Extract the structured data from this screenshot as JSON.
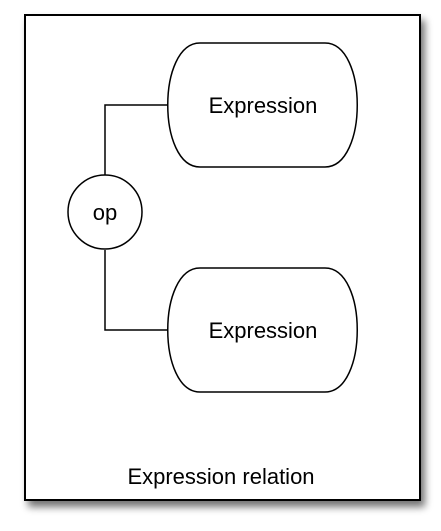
{
  "diagram": {
    "caption": "Expression relation",
    "operator": {
      "label": "op"
    },
    "nodes": [
      {
        "label": "Expression"
      },
      {
        "label": "Expression"
      }
    ],
    "colors": {
      "stroke": "#000000",
      "fill": "#ffffff",
      "background": "#ffffff",
      "shadow": "#999999"
    }
  }
}
